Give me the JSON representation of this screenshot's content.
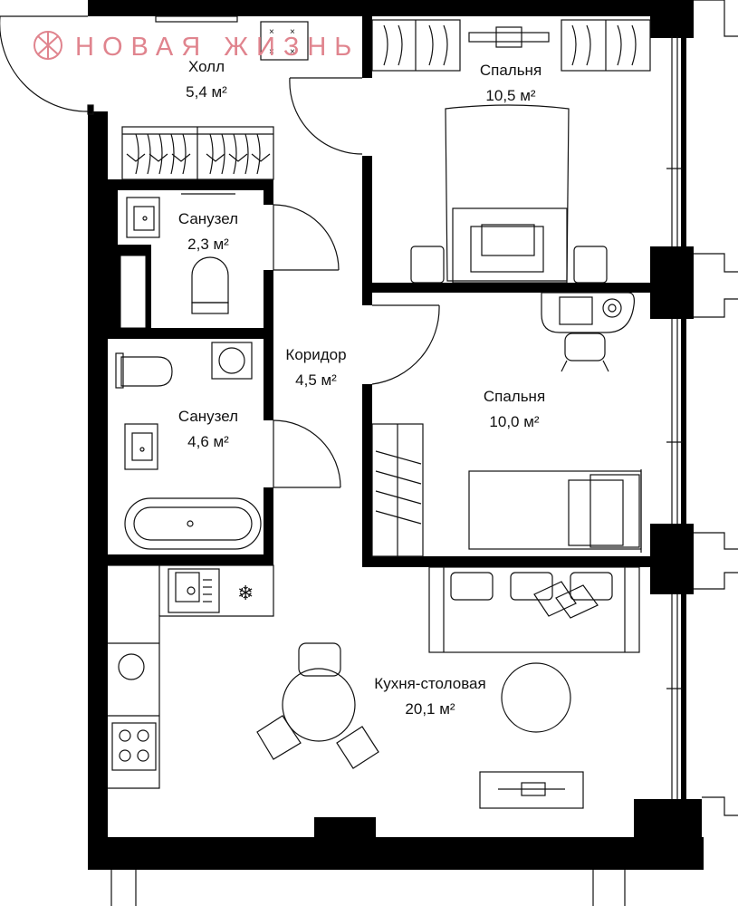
{
  "brand": {
    "name": "НОВАЯ ЖИЗНЬ",
    "color": "#e0848e"
  },
  "rooms": [
    {
      "id": "hall",
      "name": "Холл",
      "area": "5,4 м²"
    },
    {
      "id": "bedroom1",
      "name": "Спальня",
      "area": "10,5 м²"
    },
    {
      "id": "bathroom1",
      "name": "Санузел",
      "area": "2,3 м²"
    },
    {
      "id": "corridor",
      "name": "Коридор",
      "area": "4,5 м²"
    },
    {
      "id": "bedroom2",
      "name": "Спальня",
      "area": "10,0 м²"
    },
    {
      "id": "bathroom2",
      "name": "Санузел",
      "area": "4,6 м²"
    },
    {
      "id": "kitchen",
      "name": "Кухня-столовая",
      "area": "20,1 м²"
    }
  ],
  "colors": {
    "wall": "#000000",
    "line": "#111111",
    "background": "#ffffff"
  }
}
